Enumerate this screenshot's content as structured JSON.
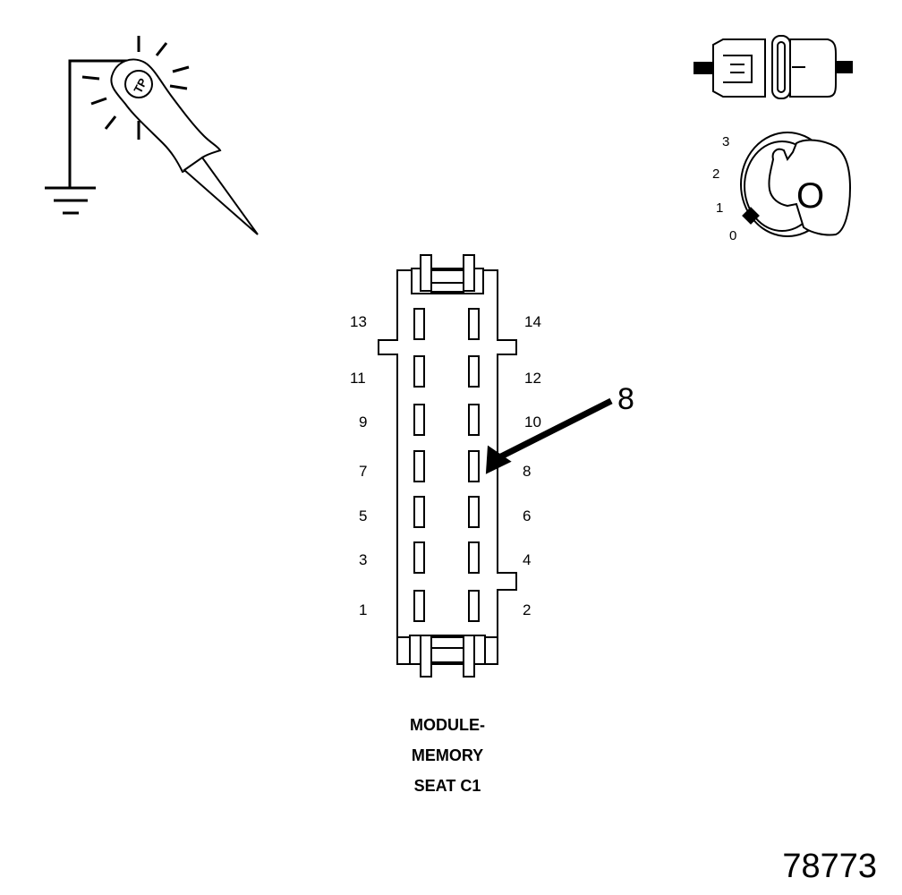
{
  "connector": {
    "left_pins": [
      "13",
      "11",
      "9",
      "7",
      "5",
      "3",
      "1"
    ],
    "right_pins": [
      "14",
      "12",
      "10",
      "8",
      "6",
      "4",
      "2"
    ],
    "caption_lines": [
      "MODULE-",
      "MEMORY",
      "SEAT C1"
    ]
  },
  "callout": {
    "label": "8",
    "target_pin": "8"
  },
  "ignition_key": {
    "positions": [
      "3",
      "2",
      "1",
      "0"
    ],
    "key_letter": "O"
  },
  "icons": {
    "probe": "test-lamp-probe-icon",
    "ground": "ground-symbol-icon",
    "connector_disconnected": "disconnected-connector-icon",
    "ignition": "ignition-key-icon"
  },
  "figure_number": "78773"
}
